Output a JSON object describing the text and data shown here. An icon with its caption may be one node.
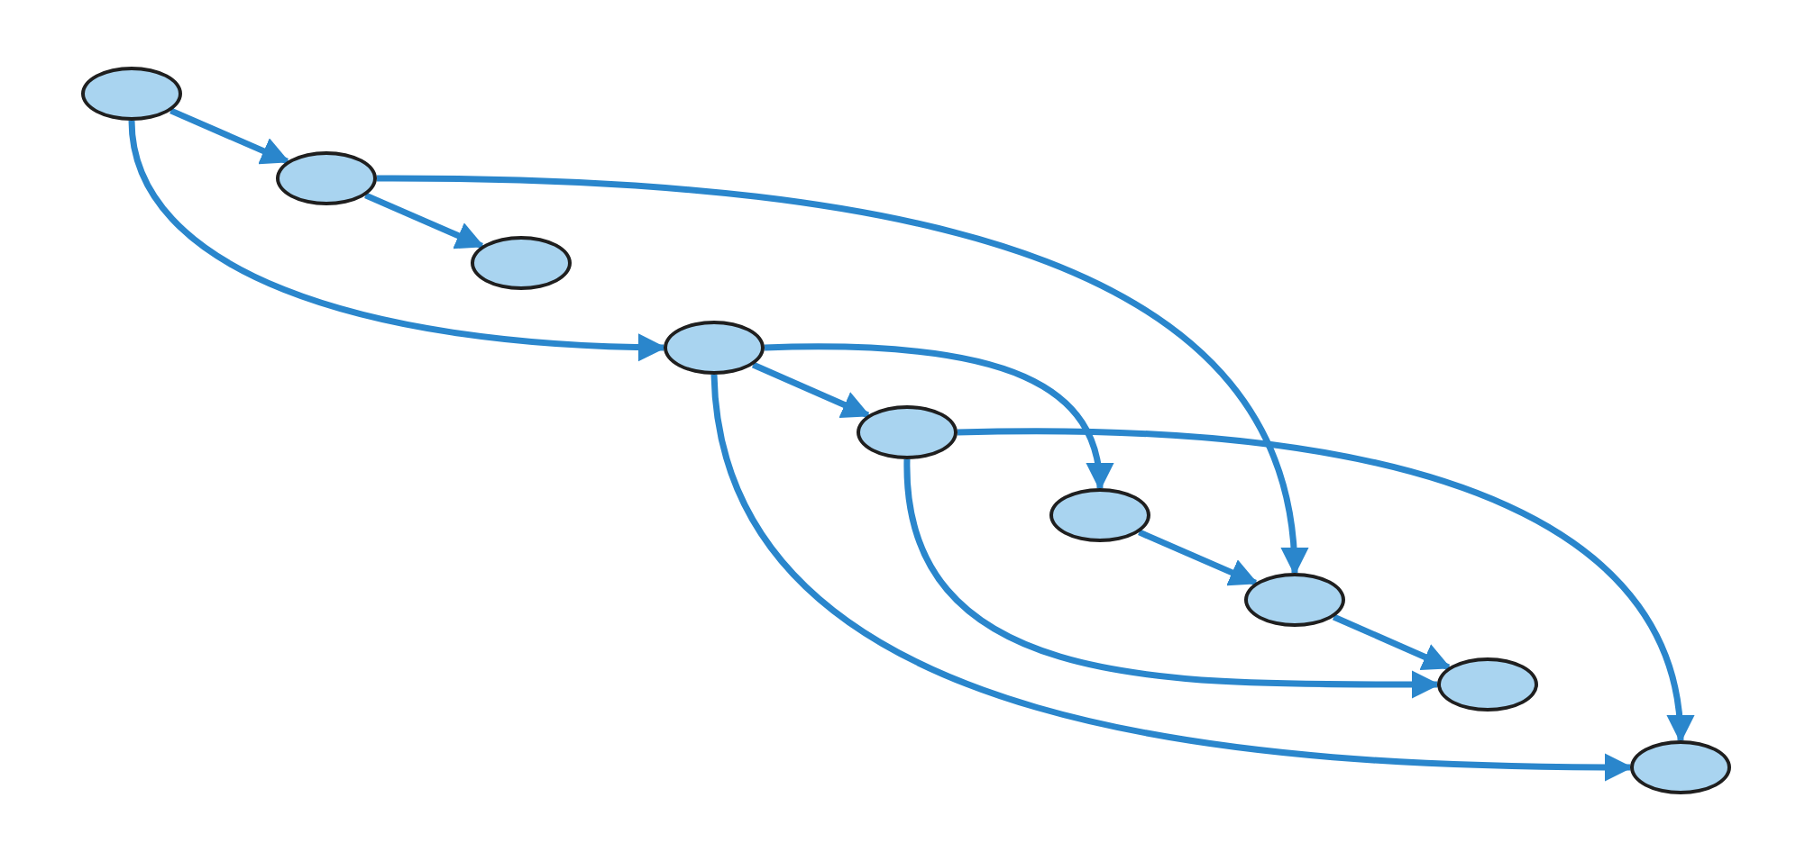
{
  "diagram": {
    "nodes": [
      {
        "text": [],
        "shape": "ellipse"
      },
      {
        "text": [],
        "shape": "ellipse"
      },
      {
        "text": [],
        "shape": "ellipse"
      },
      {
        "text": [],
        "shape": "ellipse"
      },
      {
        "text": [],
        "shape": "ellipse"
      },
      {
        "text": [],
        "shape": "ellipse"
      },
      {
        "text": [],
        "shape": "ellipse"
      },
      {
        "text": [],
        "shape": "ellipse"
      },
      {
        "text": [],
        "shape": "ellipse"
      }
    ],
    "edges": [
      {
        "from": 0,
        "to": 1,
        "arrow": "to"
      },
      {
        "from": 1,
        "to": 2,
        "arrow": "to"
      },
      {
        "from": 0,
        "to": 3,
        "arrow": "to"
      },
      {
        "from": 1,
        "to": 6,
        "arrow": "to"
      },
      {
        "from": 3,
        "to": 4,
        "arrow": "to"
      },
      {
        "from": 3,
        "to": 5,
        "arrow": "to"
      },
      {
        "from": 3,
        "to": 8,
        "arrow": "to"
      },
      {
        "from": 4,
        "to": 7,
        "arrow": "to"
      },
      {
        "from": 4,
        "to": 8,
        "arrow": "to"
      },
      {
        "from": 5,
        "to": 6,
        "arrow": "to"
      },
      {
        "from": 6,
        "to": 7,
        "arrow": "to"
      }
    ]
  }
}
